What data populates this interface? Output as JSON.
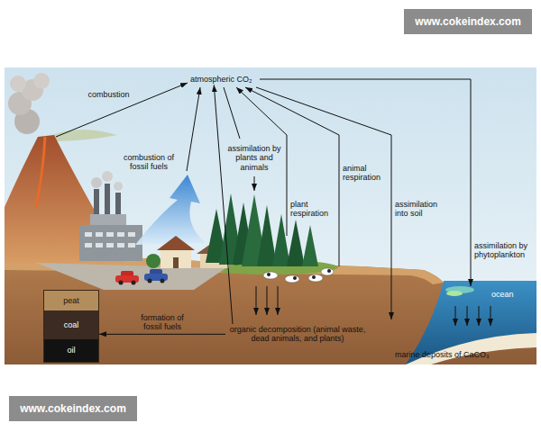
{
  "diagram": {
    "nodes": [
      {
        "text": [
          "atmospheric CO₂"
        ]
      },
      {
        "text": [
          "organic decomposition (animal waste, dead animals, and plants)"
        ]
      },
      {
        "text": [
          "peat",
          "coal",
          "oil"
        ]
      }
    ],
    "edges": [
      {
        "from": 1,
        "to": 2,
        "arrow": "to",
        "label": "formation of fossil fuels"
      },
      {
        "from": 1,
        "to": 0,
        "arrow": "to"
      }
    ],
    "labels": [
      "www.cokeindex.com",
      "combustion",
      "combustion of fossil fuels",
      "assimilation by plants and animals",
      "animal respiration",
      "plant respiration",
      "assimilation into soil",
      "assimilation by phytoplankton",
      "ocean",
      "marine deposits of CaCO₃",
      "www.cokeindex.com"
    ]
  }
}
